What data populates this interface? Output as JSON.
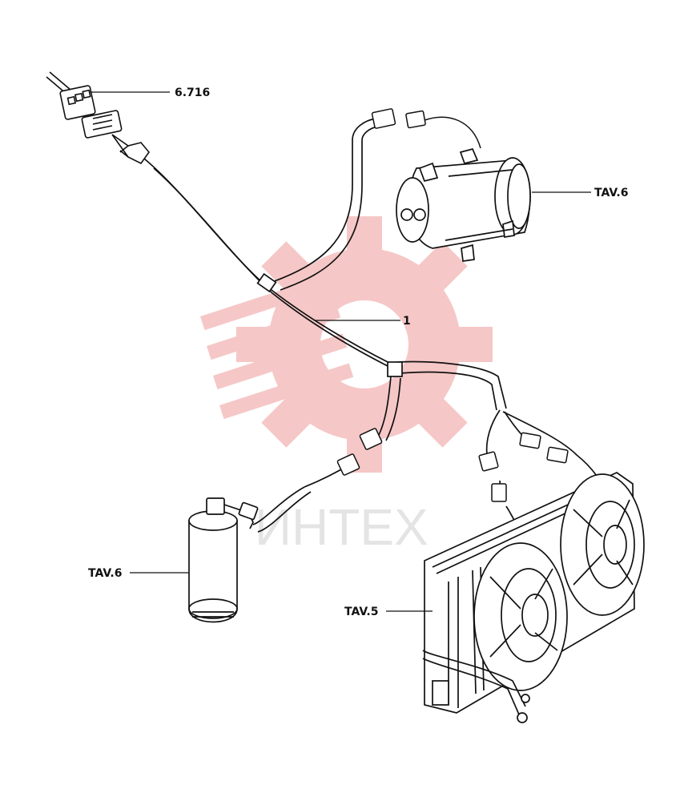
{
  "callouts": {
    "connector_ref": "6.716",
    "compressor_ref": "TAV.6",
    "harness_ref": "1",
    "dryer_ref": "TAV.6",
    "radiator_ref": "TAV.5"
  },
  "watermark": {
    "text": "ИНТЕХ",
    "color": "#e23a3a"
  },
  "colors": {
    "line": "#111111",
    "paper": "#ffffff"
  }
}
